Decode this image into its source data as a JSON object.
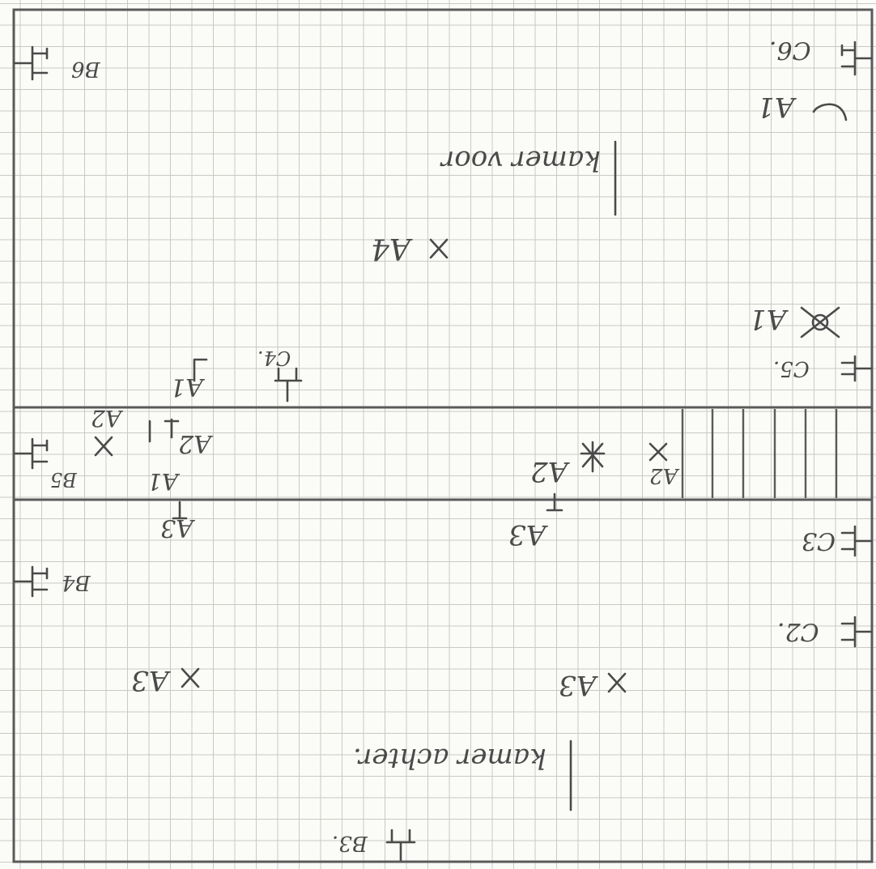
{
  "sheet": {
    "labels": {
      "c6": "C6.",
      "a1_top": "A1",
      "b6": "B6",
      "kamer_voor": "kamer voor",
      "a4_mid": "A4",
      "a1_fixture": "A1",
      "c5": "C5.",
      "a1_c4": "A1",
      "c4": "C4.",
      "a2_right": "A2",
      "a2_mid": "A2",
      "a1_hall": "A2",
      "a2_small": "A2",
      "a1_left": "A1",
      "b5": "B5",
      "a3_right": "A3",
      "a3_left": "A3",
      "c3": "C3",
      "b4": "B4",
      "a3_x_right": "A3",
      "a3_x_left": "A3",
      "kamer_achter": "kamer achter.",
      "c2": "C2.",
      "b3": "B3."
    }
  }
}
